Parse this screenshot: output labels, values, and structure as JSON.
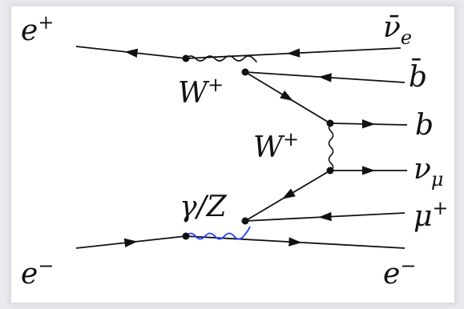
{
  "diagram": {
    "particles": {
      "e_plus": {
        "symbol": "e",
        "sup": "+"
      },
      "nubar_e": {
        "symbol": "ν̄",
        "sub": "e"
      },
      "W_upper": {
        "symbol": "W",
        "sup": "+"
      },
      "bbar": {
        "symbol": "b̄"
      },
      "b": {
        "symbol": "b"
      },
      "W_mid": {
        "symbol": "W",
        "sup": "+"
      },
      "nu_mu": {
        "symbol": "ν",
        "sub": "μ"
      },
      "gamma_Z": {
        "symbol": "γ/Z"
      },
      "mu_plus": {
        "symbol": "μ",
        "sup": "+"
      },
      "e_minus_in": {
        "symbol": "e",
        "sup": "−"
      },
      "e_minus_out": {
        "symbol": "e",
        "sup": "−"
      }
    },
    "colors": {
      "line": "#111111",
      "photon_propagator": "#2a3cff",
      "background": "#e9eaef",
      "panel": "#ffffff"
    }
  }
}
